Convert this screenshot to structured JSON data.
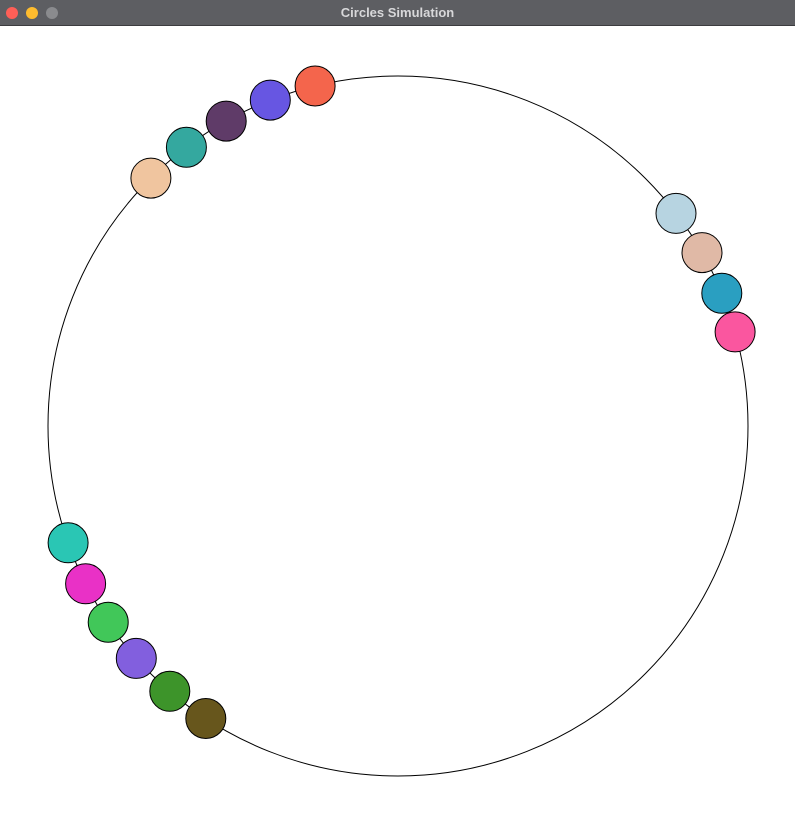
{
  "window": {
    "title": "Circles Simulation",
    "controls": [
      "close-button",
      "minimize-button",
      "zoom-button"
    ]
  },
  "simulation": {
    "ring_color": "#000000",
    "background": "#ffffff",
    "balls": [
      {
        "color": "#f4654c",
        "angle_deg": 256.3
      },
      {
        "color": "#6756e2",
        "angle_deg": 248.6
      },
      {
        "color": "#5f3b68",
        "angle_deg": 240.6
      },
      {
        "color": "#34a89f",
        "angle_deg": 232.8
      },
      {
        "color": "#f0c59f",
        "angle_deg": 225.1
      },
      {
        "color": "#b7d4e1",
        "angle_deg": 322.6
      },
      {
        "color": "#e0b9a6",
        "angle_deg": 330.3
      },
      {
        "color": "#2a9fc1",
        "angle_deg": 337.7
      },
      {
        "color": "#fa569f",
        "angle_deg": 344.4
      },
      {
        "color": "#2ac6b4",
        "angle_deg": 160.5
      },
      {
        "color": "#e931c6",
        "angle_deg": 153.2
      },
      {
        "color": "#41c759",
        "angle_deg": 145.9
      },
      {
        "color": "#825fde",
        "angle_deg": 138.4
      },
      {
        "color": "#3d942a",
        "angle_deg": 130.7
      },
      {
        "color": "#67561c",
        "angle_deg": 123.3
      }
    ]
  }
}
